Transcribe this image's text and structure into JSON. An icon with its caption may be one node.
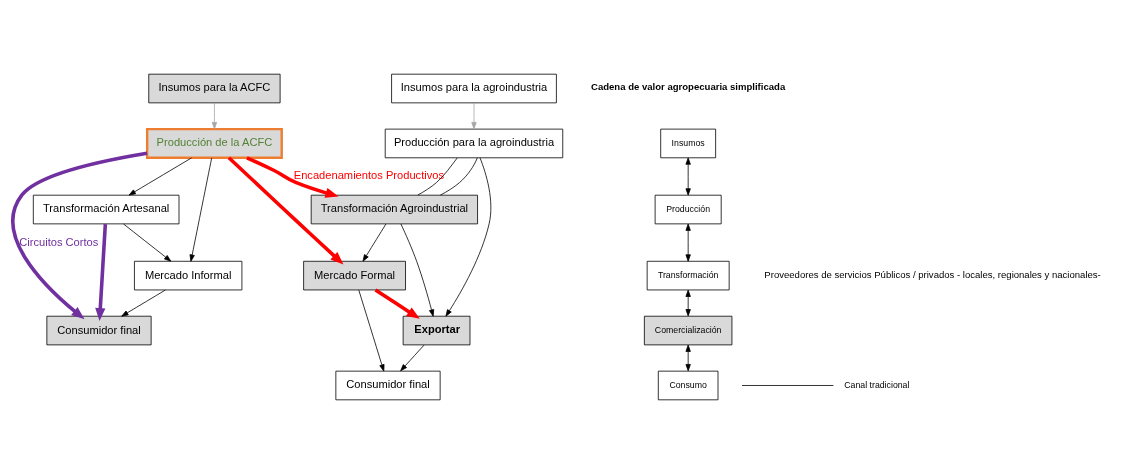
{
  "diagram": {
    "nodes": [
      {
        "text": [
          "Insumos para la ACFC"
        ]
      },
      {
        "text": [
          "Producción de la ACFC"
        ]
      },
      {
        "text": [
          "Transformación Artesanal"
        ]
      },
      {
        "text": [
          "Mercado Informal"
        ]
      },
      {
        "text": [
          "Consumidor final"
        ]
      },
      {
        "text": [
          "Insumos para la agroindustria"
        ]
      },
      {
        "text": [
          "Producción para la agroindustria"
        ]
      },
      {
        "text": [
          "Transformación Agroindustrial"
        ]
      },
      {
        "text": [
          "Mercado Formal"
        ]
      },
      {
        "text": [
          "Exportar"
        ]
      },
      {
        "text": [
          "Consumidor final"
        ]
      },
      {
        "text": [
          "Insumos"
        ]
      },
      {
        "text": [
          "Producción"
        ]
      },
      {
        "text": [
          "Transformación"
        ]
      },
      {
        "text": [
          "Comercialización"
        ]
      },
      {
        "text": [
          "Consumo"
        ]
      }
    ],
    "edges": [
      {
        "from": 0,
        "to": 1,
        "arrow": "to",
        "color": "#a6a6a6"
      },
      {
        "from": 1,
        "to": 2,
        "arrow": "to"
      },
      {
        "from": 1,
        "to": 3,
        "arrow": "to"
      },
      {
        "from": 2,
        "to": 3,
        "arrow": "to"
      },
      {
        "from": 3,
        "to": 4,
        "arrow": "to"
      },
      {
        "from": 1,
        "to": 4,
        "arrow": "to",
        "label": "Circuitos Cortos",
        "style": "thick",
        "color": "#7030a0"
      },
      {
        "from": 2,
        "to": 4,
        "arrow": "to",
        "style": "thick",
        "color": "#7030a0"
      },
      {
        "from": 1,
        "to": 7,
        "arrow": "to",
        "label": "Encadenamientos Productivos",
        "style": "thick",
        "color": "#ff0000"
      },
      {
        "from": 1,
        "to": 8,
        "arrow": "to",
        "style": "thick",
        "color": "#ff0000"
      },
      {
        "from": 5,
        "to": 6,
        "arrow": "to",
        "color": "#a6a6a6"
      },
      {
        "from": 6,
        "to": 7,
        "arrow": "none"
      },
      {
        "from": 6,
        "to": 7,
        "arrow": "none"
      },
      {
        "from": 6,
        "to": 9,
        "arrow": "to"
      },
      {
        "from": 7,
        "to": 9,
        "arrow": "to"
      },
      {
        "from": 7,
        "to": 8,
        "arrow": "to"
      },
      {
        "from": 8,
        "to": 9,
        "arrow": "to",
        "style": "thick",
        "color": "#ff0000"
      },
      {
        "from": 8,
        "to": 10,
        "arrow": "to"
      },
      {
        "from": 9,
        "to": 10,
        "arrow": "to"
      },
      {
        "from": 11,
        "to": 12,
        "arrow": "both"
      },
      {
        "from": 12,
        "to": 13,
        "arrow": "both"
      },
      {
        "from": 13,
        "to": 14,
        "arrow": "both"
      },
      {
        "from": 14,
        "to": 15,
        "arrow": "both"
      }
    ],
    "labels": [
      "Cadena de valor agropecuaria simplificada",
      "Proveedores de servicios Públicos / privados - locales, regionales y nacionales-"
    ],
    "legend": [
      {
        "text": "Canal tradicional"
      }
    ]
  }
}
